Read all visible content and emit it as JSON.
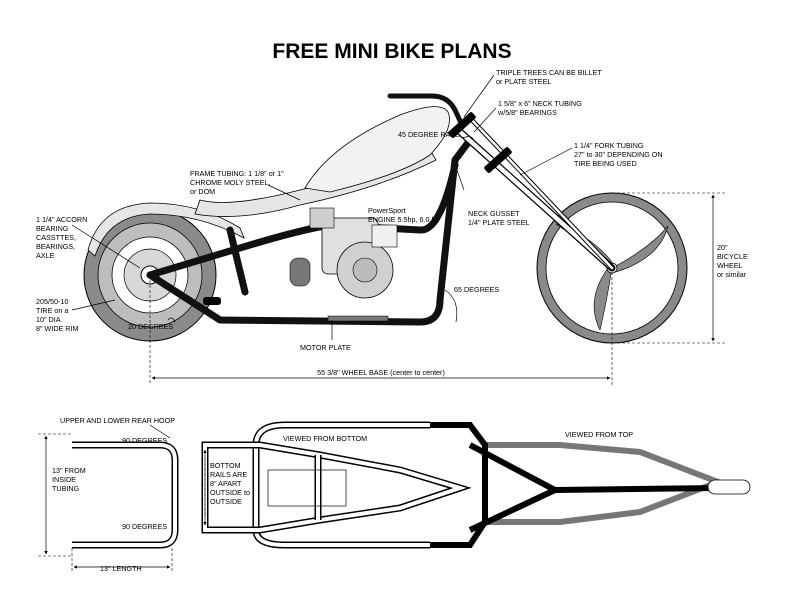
{
  "title": "FREE MINI BIKE PLANS",
  "labels": {
    "triple_trees": [
      "TRIPLE TREES CAN BE BILLET",
      "or PLATE STEEL"
    ],
    "neck_tubing": [
      "1 5/8\" x 6\" NECK TUBING",
      "w/5/8\" BEARINGS"
    ],
    "rake": "45 DEGREE RAKE",
    "fork_tubing": [
      "1 1/4\" FORK TUBING",
      "27\" to 30\" DEPENDING ON",
      "TIRE BEING USED"
    ],
    "frame_tubing": [
      "FRAME TUBING: 1 1/8\" or 1\"",
      "CHROME MOLY STEEL,",
      "or DOM"
    ],
    "engine": [
      "PowerSport",
      "ENGINE 5.5hp, 6.0 hp"
    ],
    "neck_gusset": [
      "NECK GUSSET",
      "1/4\" PLATE STEEL"
    ],
    "bearing": [
      "1 1/4\" ACCORN",
      "BEARING",
      "CASSTTES,",
      "BEARINGS,",
      "AXLE"
    ],
    "front_wheel": [
      "20\"",
      "BICYCLE",
      "WHEEL",
      "or similar"
    ],
    "rear_tire": [
      "205/50-10",
      "TIRE on a",
      "10\" DIA.",
      "8\" WIDE RIM"
    ],
    "angle_65": "65 DEGREES",
    "angle_20": "20 DEGREES",
    "motor_plate": "MOTOR PLATE",
    "wheelbase": "55 3/8\" WHEEL BASE (center to center)",
    "rear_hoop": "UPPER AND LOWER REAR HOOP",
    "deg90_top": "90 DEGREES",
    "deg90_bottom": "90 DEGREES",
    "inside_tubing": [
      "13\" FROM",
      "INSIDE",
      "TUBING"
    ],
    "length": "13\" LENGTH",
    "bottom_rails": [
      "BOTTOM",
      "RAILS ARE",
      "8\" APART",
      "OUTSIDE to",
      "OUTSIDE"
    ],
    "viewed_bottom": "VIEWED FROM BOTTOM",
    "viewed_top": "VIEWED FROM TOP"
  }
}
